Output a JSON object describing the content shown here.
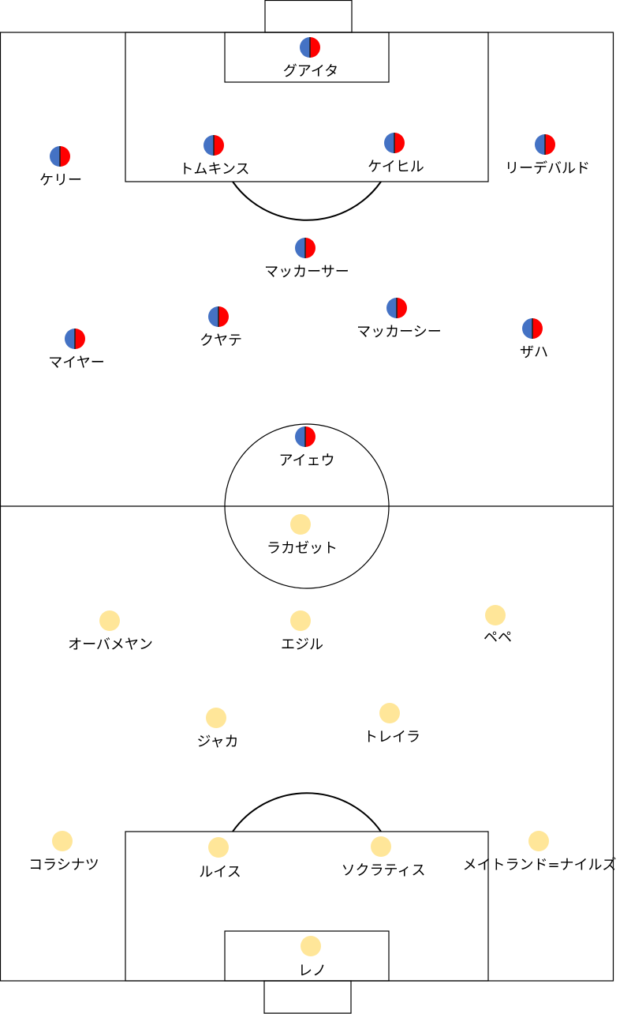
{
  "colors": {
    "home_left": "#4472C4",
    "home_right": "#FF0000",
    "away": "#FFE699",
    "lines": "#000000",
    "background": "#FFFFFF"
  },
  "teams": [
    {
      "side": "top",
      "marker": "half-blue-half-red",
      "players": [
        {
          "name": "グアイタ"
        },
        {
          "name": "トムキンス"
        },
        {
          "name": "ケイヒル"
        },
        {
          "name": "ケリー"
        },
        {
          "name": "リーデバルド"
        },
        {
          "name": "マッカーサー"
        },
        {
          "name": "クヤテ"
        },
        {
          "name": "マッカーシー"
        },
        {
          "name": "マイヤー"
        },
        {
          "name": "ザハ"
        },
        {
          "name": "アイェウ"
        }
      ]
    },
    {
      "side": "bottom",
      "marker": "yellow",
      "players": [
        {
          "name": "ラカゼット"
        },
        {
          "name": "オーバメヤン"
        },
        {
          "name": "エジル"
        },
        {
          "name": "ペペ"
        },
        {
          "name": "ジャカ"
        },
        {
          "name": "トレイラ"
        },
        {
          "name": "コラシナツ"
        },
        {
          "name": "ルイス"
        },
        {
          "name": "ソクラティス"
        },
        {
          "name": "メイトランド=ナイルズ"
        },
        {
          "name": "レノ"
        }
      ]
    }
  ]
}
